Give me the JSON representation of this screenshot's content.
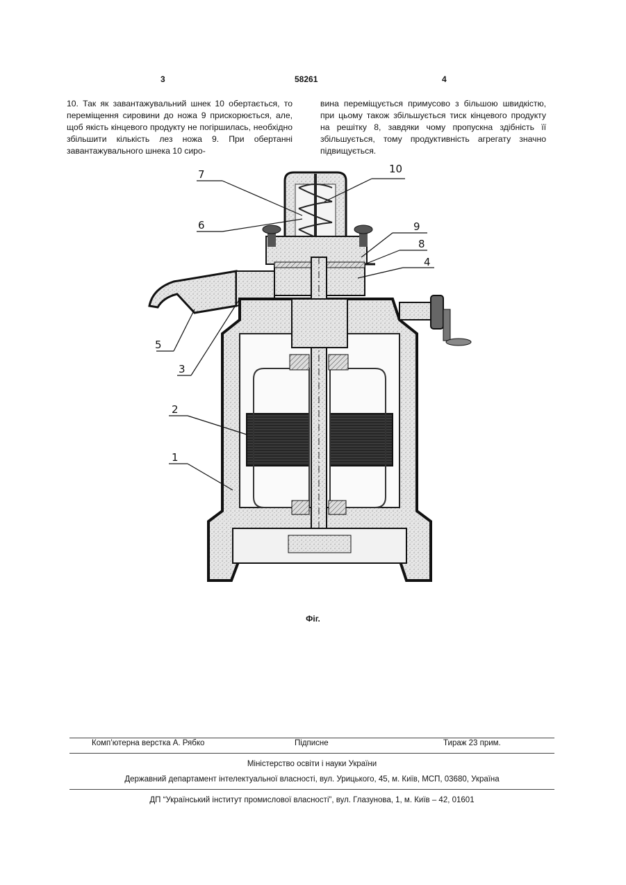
{
  "header": {
    "left_page": "3",
    "patent_number": "58261",
    "right_page": "4"
  },
  "body": {
    "left_column": "10. Так як завантажувальний шнек 10 обертається, то переміщення сировини до ножа 9 прискорюється, але, щоб якість кінцевого продукту не погіршилась, необхідно збільшити кількість лез ножа 9. При обертанні завантажувального шнека 10 сиро-",
    "right_column": "вина переміщується примусово з більшою швидкістю, при цьому також збільшується тиск кінцевого продукту на решітку 8, завдяки чому пропускна здібність її збільшується, тому продуктивність агрегату значно підвищується."
  },
  "figure": {
    "labels": [
      "10",
      "7",
      "6",
      "9",
      "8",
      "4",
      "5",
      "3",
      "2",
      "1"
    ],
    "caption": "Фіг."
  },
  "footer": {
    "typesetting": "Комп’ютерна верстка А. Рябко",
    "signed": "Підписне",
    "circulation": "Тираж 23 прим.",
    "ministry": "Міністерство освіти і науки України",
    "department": "Державний департамент інтелектуальної власності, вул. Урицького, 45, м. Київ, МСП, 03680, Україна",
    "institute": "ДП “Український інститут промислової власності”, вул. Глазунова, 1, м. Київ – 42, 01601"
  }
}
